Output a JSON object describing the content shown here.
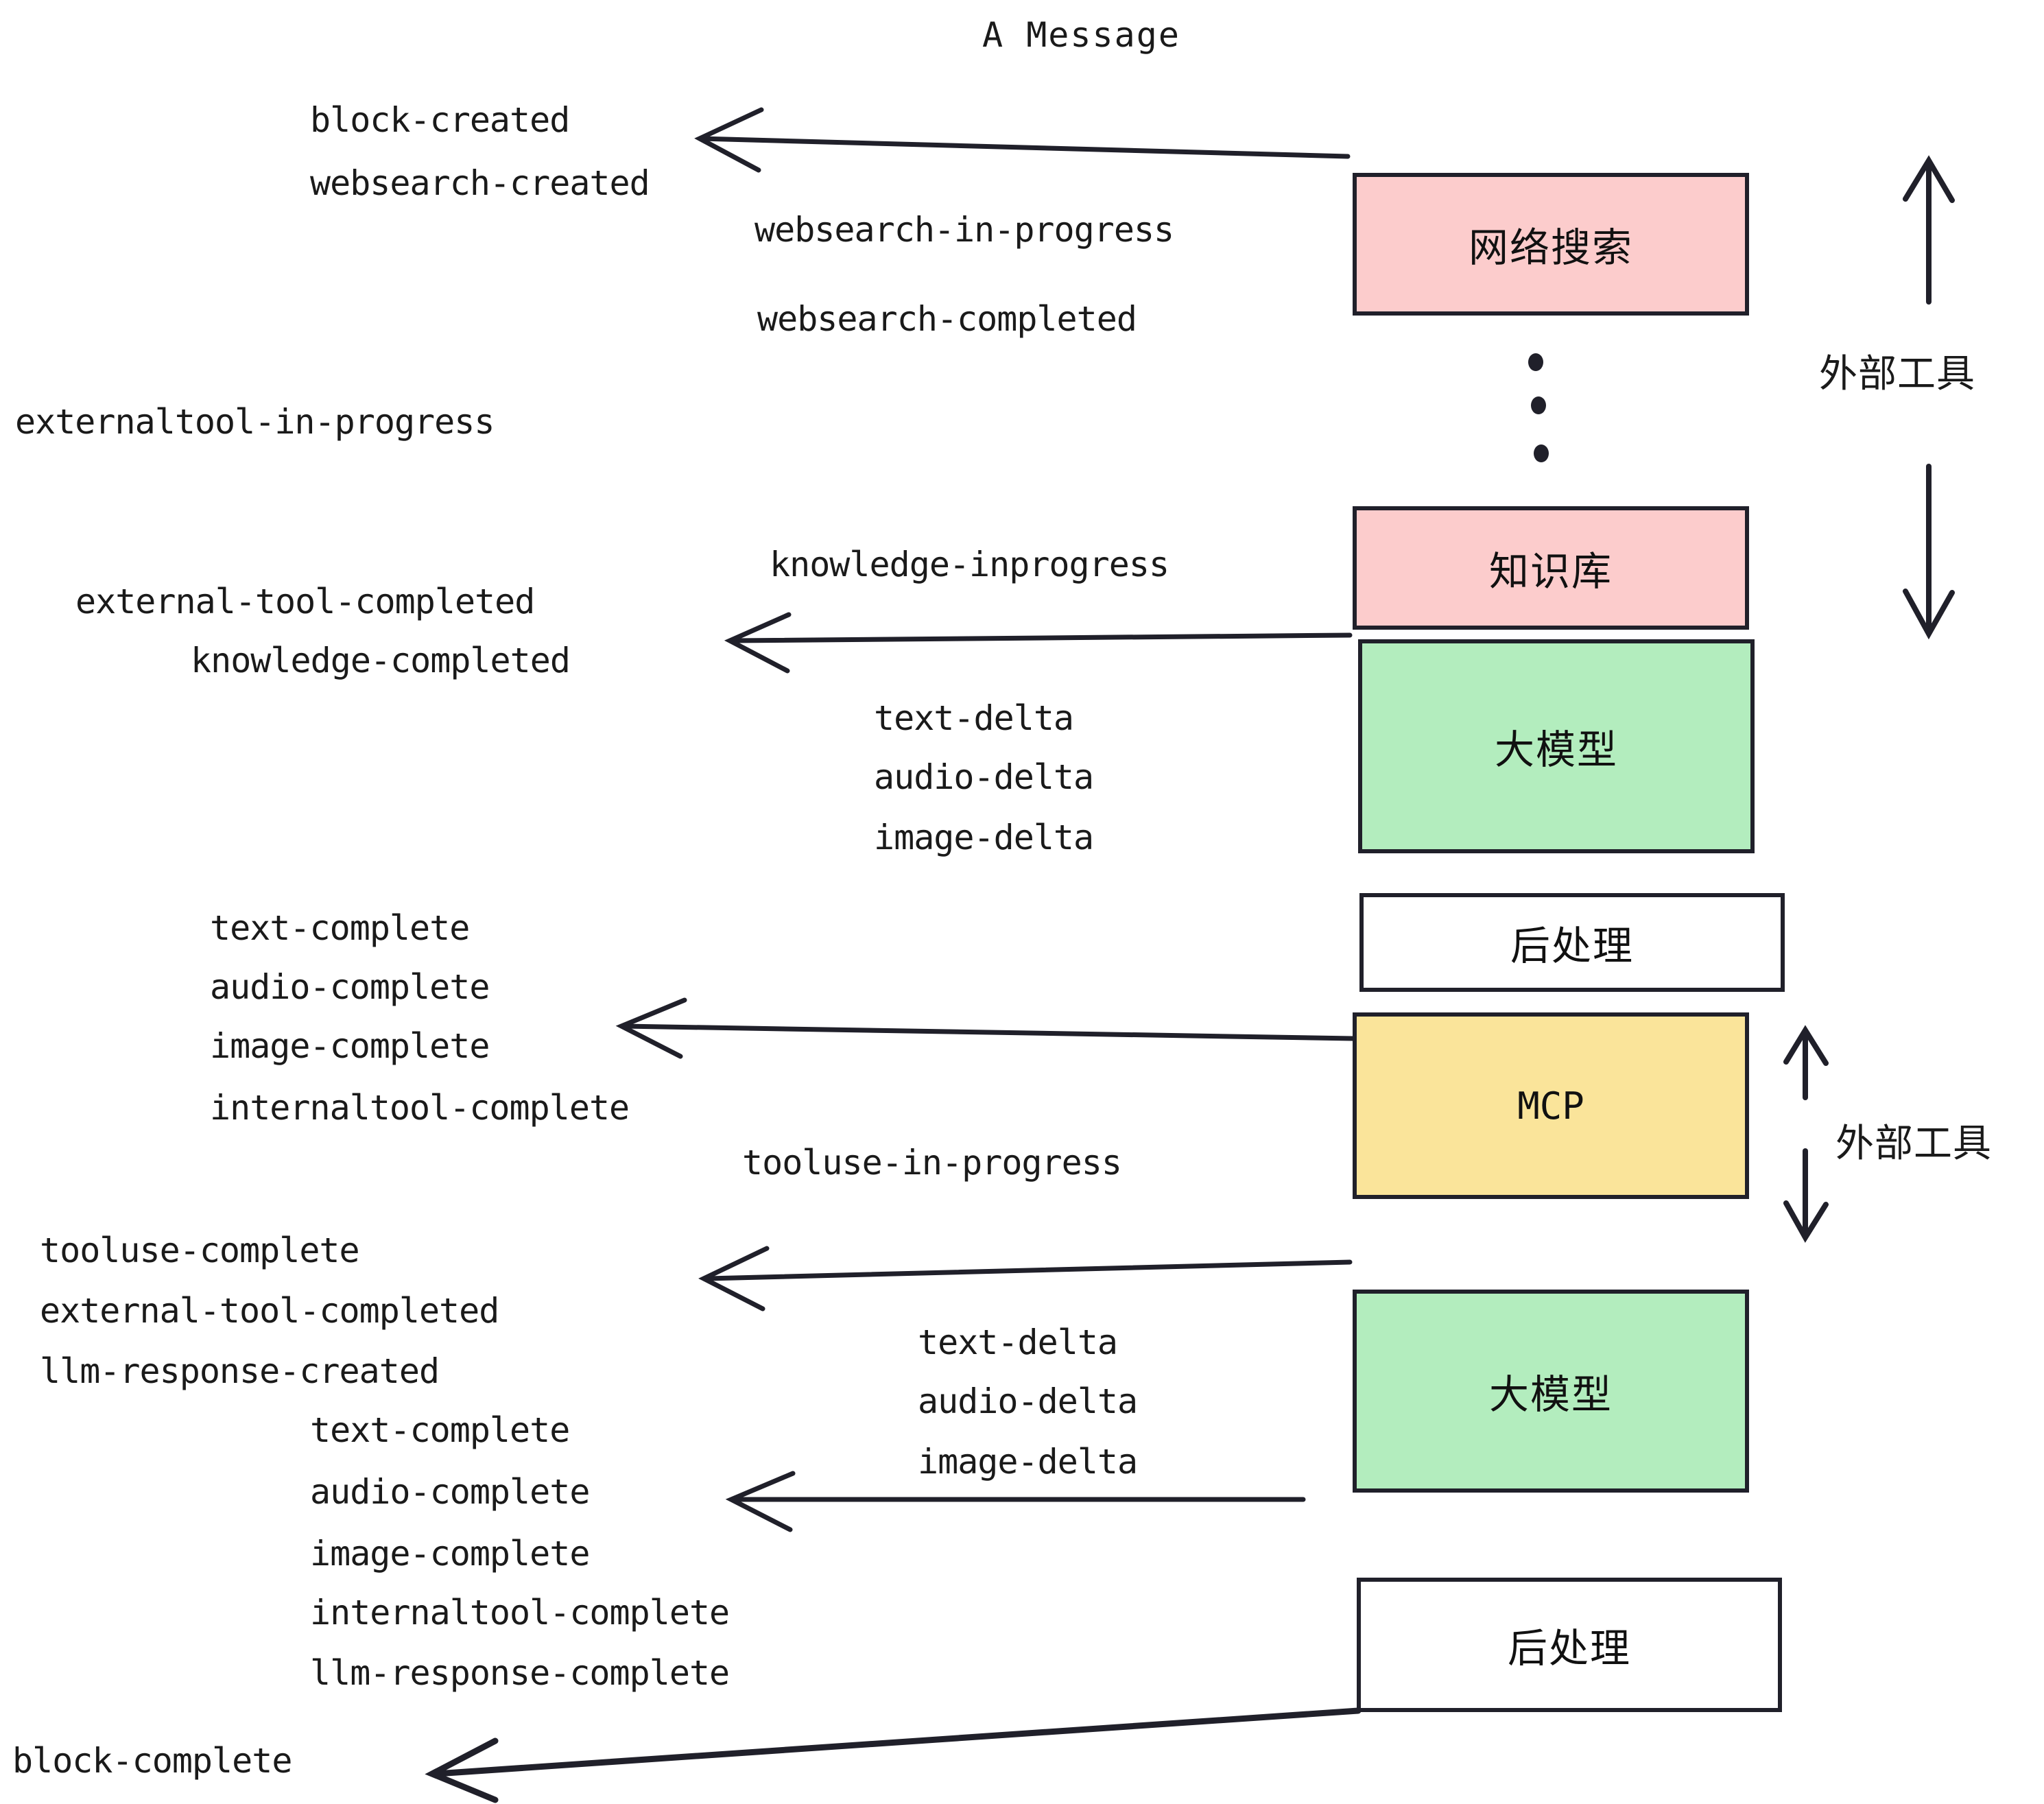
{
  "title": "A Message",
  "events": {
    "block_created": "block-created",
    "websearch_created": "websearch-created",
    "websearch_in_progress": "websearch-in-progress",
    "websearch_completed": "websearch-completed",
    "externaltool_in_progress": "externaltool-in-progress",
    "knowledge_inprogress": "knowledge-inprogress",
    "external_tool_completed_1": "external-tool-completed",
    "knowledge_completed": "knowledge-completed",
    "text_delta_1": "text-delta",
    "audio_delta_1": "audio-delta",
    "image_delta_1": "image-delta",
    "text_complete_1": "text-complete",
    "audio_complete_1": "audio-complete",
    "image_complete_1": "image-complete",
    "internaltool_complete_1": "internaltool-complete",
    "tooluse_in_progress": "tooluse-in-progress",
    "tooluse_complete": "tooluse-complete",
    "external_tool_completed_2": "external-tool-completed",
    "llm_response_created": "llm-response-created",
    "text_delta_2": "text-delta",
    "audio_delta_2": "audio-delta",
    "image_delta_2": "image-delta",
    "text_complete_2": "text-complete",
    "audio_complete_2": "audio-complete",
    "image_complete_2": "image-complete",
    "internaltool_complete_2": "internaltool-complete",
    "llm_response_complete": "llm-response-complete",
    "block_complete": "block-complete"
  },
  "nodes": {
    "websearch": "网络搜索",
    "knowledge": "知识库",
    "llm_1": "大模型",
    "postprocess_1": "后处理",
    "mcp": "MCP",
    "llm_2": "大模型",
    "postprocess_2": "后处理"
  },
  "side_labels": {
    "external_tool_top": "外部工具",
    "external_tool_bottom": "外部工具"
  },
  "colors": {
    "pink": "#fccccc",
    "green": "#b3edbe",
    "yellow": "#fae49a",
    "white": "#ffffff",
    "stroke": "#20202a",
    "text": "#1a1a1a"
  }
}
